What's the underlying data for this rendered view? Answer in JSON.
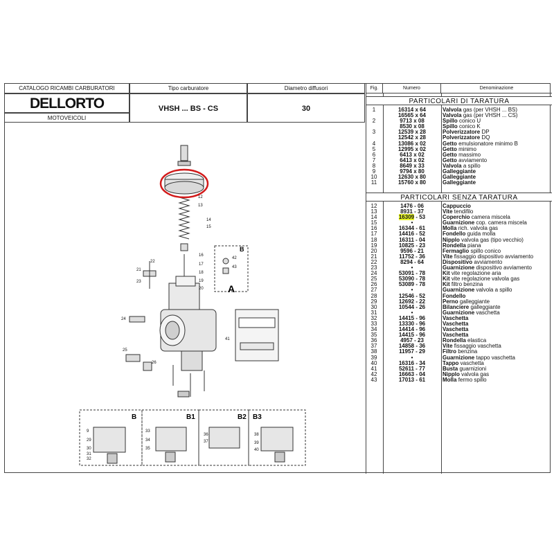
{
  "header": {
    "catalog_title": "CATALOGO RICAMBI CARBURATORI",
    "brand": "DELLORTO",
    "category": "MOTOVEICOLI",
    "tipo_label": "Tipo carburatore",
    "tipo_value": "VHSH ... BS - CS",
    "diametro_label": "Diametro diffusori",
    "diametro_value": "30"
  },
  "table": {
    "col_fig": "Fig.",
    "col_num": "Numero",
    "col_den": "Denominazione",
    "section1": "PARTICOLARI DI TARATURA",
    "section2": "PARTICOLARI SENZA TARATURA",
    "rows1": [
      {
        "fig": "1",
        "num": "16314 x 64",
        "name": "Valvola",
        "desc": "gas (per VHSH ... BS)"
      },
      {
        "fig": "",
        "num": "16565 x 64",
        "name": "Valvola",
        "desc": "gas (per VHSH ... CS)"
      },
      {
        "fig": "2",
        "num": "9713 x 08",
        "name": "Spillo",
        "desc": "conico U"
      },
      {
        "fig": "",
        "num": "8530 x 08",
        "name": "Spillo",
        "desc": "conico K"
      },
      {
        "fig": "3",
        "num": "12539 x 28",
        "name": "Polverizzatore",
        "desc": "DP"
      },
      {
        "fig": "",
        "num": "12542 x 28",
        "name": "Polverizzatore",
        "desc": "DQ"
      },
      {
        "fig": "4",
        "num": "13086 x 02",
        "name": "Getto",
        "desc": "emulsionatore minimo B"
      },
      {
        "fig": "5",
        "num": "12995 x 02",
        "name": "Getto",
        "desc": "minimo"
      },
      {
        "fig": "6",
        "num": "6413 x 02",
        "name": "Getto",
        "desc": "massimo"
      },
      {
        "fig": "7",
        "num": "6413 x 02",
        "name": "Getto",
        "desc": "avviamento"
      },
      {
        "fig": "8",
        "num": "8649 x 33",
        "name": "Valvola",
        "desc": "a spillo"
      },
      {
        "fig": "9",
        "num": "9794 x 80",
        "name": "Galleggiante",
        "desc": ""
      },
      {
        "fig": "10",
        "num": "12630 x 80",
        "name": "Galleggiante",
        "desc": ""
      },
      {
        "fig": "11",
        "num": "15760 x 80",
        "name": "Galleggiante",
        "desc": ""
      }
    ],
    "rows2": [
      {
        "fig": "12",
        "num": "1476 - 06",
        "name": "Cappuccio",
        "desc": ""
      },
      {
        "fig": "13",
        "num": "8931 - 37",
        "name": "Vite",
        "desc": "tendifilo"
      },
      {
        "fig": "14",
        "num_hl": "16309",
        "num_rest": " - 53",
        "name": "Coperchio",
        "desc": "camera miscela"
      },
      {
        "fig": "15",
        "num": "•",
        "name": "Guarnizione",
        "desc": "cop. camera miscela"
      },
      {
        "fig": "16",
        "num": "16344 - 61",
        "name": "Molla",
        "desc": "rich. valvola gas"
      },
      {
        "fig": "17",
        "num": "14416 - 52",
        "name": "Fondello",
        "desc": "guida molla"
      },
      {
        "fig": "18",
        "num": "16311 - 04",
        "name": "Nipplo",
        "desc": "valvola gas (tipo vecchio)"
      },
      {
        "fig": "19",
        "num": "10825 - 23",
        "name": "Rondella",
        "desc": "piana"
      },
      {
        "fig": "20",
        "num": "9596 - 21",
        "name": "Fermaglio",
        "desc": "spillo conico"
      },
      {
        "fig": "21",
        "num": "11752 - 36",
        "name": "Vite",
        "desc": "fissaggio dispositivo avviamento"
      },
      {
        "fig": "22",
        "num": "8294 - 64",
        "name": "Dispositivo",
        "desc": "avviamento"
      },
      {
        "fig": "23",
        "num": "•",
        "name": "Guarnizione",
        "desc": "dispositivo avviamento"
      },
      {
        "fig": "24",
        "num": "53091 - 78",
        "name": "Kit",
        "desc": "vite regolazione aria"
      },
      {
        "fig": "25",
        "num": "53090 - 78",
        "name": "Kit",
        "desc": "vite regolazione valvola gas"
      },
      {
        "fig": "26",
        "num": "53089 - 78",
        "name": "Kit",
        "desc": "filtro benzina"
      },
      {
        "fig": "27",
        "num": "•",
        "name": "Guarnizione",
        "desc": "valvola a spillo"
      },
      {
        "fig": "28",
        "num": "12546 - 52",
        "name": "Fondello",
        "desc": ""
      },
      {
        "fig": "29",
        "num": "12692 - 22",
        "name": "Perno",
        "desc": "galleggiante"
      },
      {
        "fig": "30",
        "num": "10544 - 26",
        "name": "Bilanciere",
        "desc": "galleggiante"
      },
      {
        "fig": "31",
        "num": "•",
        "name": "Guarnizione",
        "desc": "vaschetta"
      },
      {
        "fig": "32",
        "num": "14415 - 96",
        "name": "Vaschetta",
        "desc": ""
      },
      {
        "fig": "33",
        "num": "13330 - 96",
        "name": "Vaschetta",
        "desc": ""
      },
      {
        "fig": "34",
        "num": "14414 - 96",
        "name": "Vaschetta",
        "desc": ""
      },
      {
        "fig": "35",
        "num": "14415 - 96",
        "name": "Vaschetta",
        "desc": ""
      },
      {
        "fig": "36",
        "num": "4957 - 23",
        "name": "Rondella",
        "desc": "elastica"
      },
      {
        "fig": "37",
        "num": "14858 - 36",
        "name": "Vite",
        "desc": "fissaggio vaschetta"
      },
      {
        "fig": "38",
        "num": "11957 - 29",
        "name": "Filtro",
        "desc": "benzina"
      },
      {
        "fig": "39",
        "num": "•",
        "name": "Guarnizione",
        "desc": "tappo vaschetta"
      },
      {
        "fig": "40",
        "num": "16316 - 34",
        "name": "Tappo",
        "desc": "vaschetta"
      },
      {
        "fig": "41",
        "num": "52611 - 77",
        "name": "Busta",
        "desc": "guarnizioni"
      },
      {
        "fig": "42",
        "num": "16663 - 04",
        "name": "Nipplo",
        "desc": "valvola gas"
      },
      {
        "fig": "43",
        "num": "17013 - 61",
        "name": "Molla",
        "desc": "fermo spillo"
      }
    ]
  },
  "drawing": {
    "main_label": "A",
    "inset_label": "B",
    "variant_labels": [
      "B",
      "B1",
      "B2",
      "B3"
    ],
    "callouts_top": [
      "12",
      "13",
      "14",
      "15",
      "16",
      "17",
      "18",
      "19",
      "20",
      "21",
      "22",
      "23",
      "24",
      "25",
      "26",
      "41",
      "42",
      "43"
    ],
    "callouts_bowl": [
      "9",
      "29",
      "30",
      "31",
      "32",
      "33",
      "34",
      "35",
      "36",
      "37",
      "38",
      "39",
      "40"
    ],
    "highlight_color": "#d21a1a",
    "number_highlight": "#e7f52a"
  }
}
